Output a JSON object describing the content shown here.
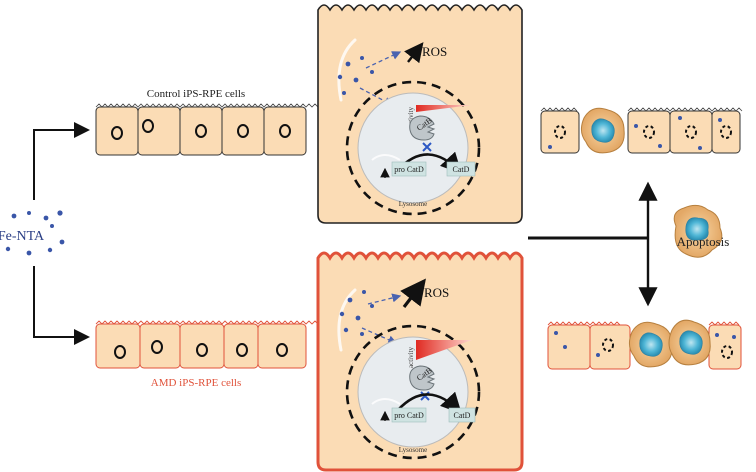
{
  "labels": {
    "treatment": "Fe-NTA",
    "control_cells": "Control iPS-RPE cells",
    "amd_cells": "AMD iPS-RPE cells",
    "ros": "ROS",
    "activity": "activity",
    "catb": "CatB",
    "pro_catd": "pro CatD",
    "catd": "CatD",
    "lysosome": "Lysosome",
    "apoptosis": "Apoptosis"
  },
  "colors": {
    "cell_fill": "#fbdcb5",
    "cell_stroke_control": "#333333",
    "cell_stroke_amd": "#e0523a",
    "amd_text": "#e0523a",
    "iron_dot": "#3a56a8",
    "apoptotic_nucleus": "#4fb6d6",
    "lysosome_fill": "#e8ecef",
    "catd_box": "#cfe3e2"
  },
  "icons": {
    "enzyme": "catb-enzyme-icon",
    "inhibition": "inhibition-x-icon",
    "ros_arrow": "up-arrow-icon"
  }
}
